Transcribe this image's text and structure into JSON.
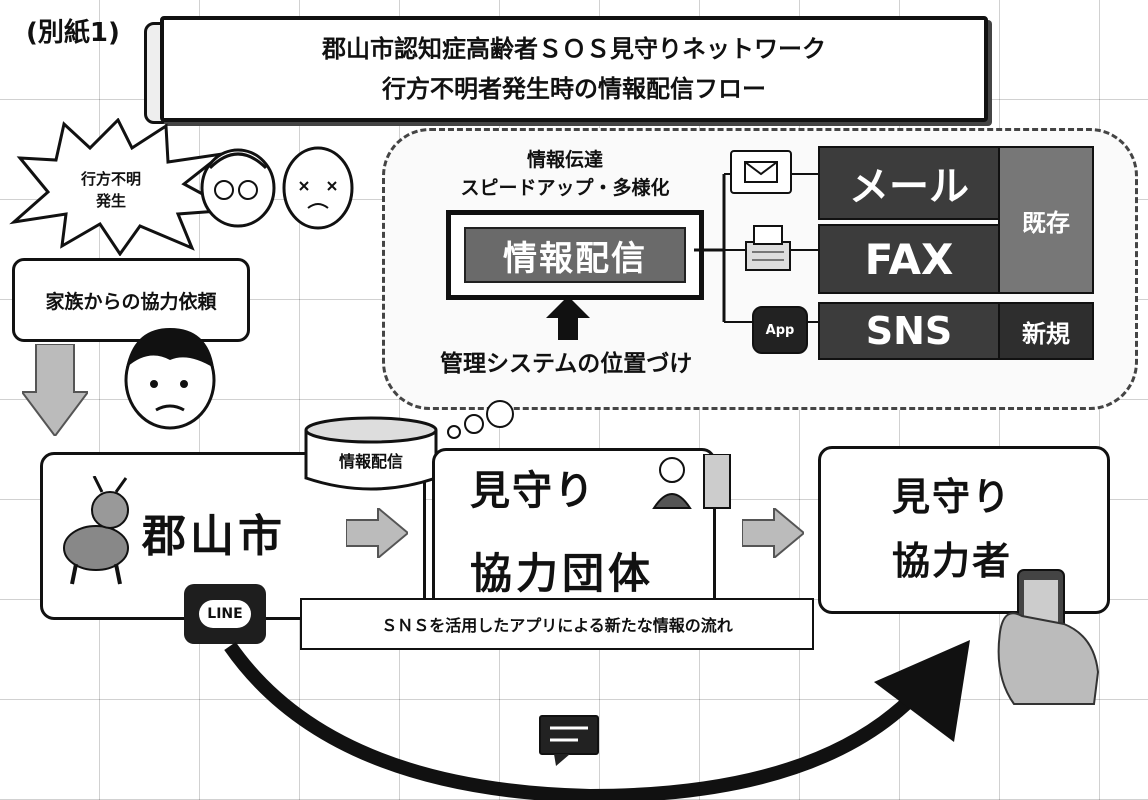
{
  "attachment_label": "(別紙1)",
  "title": {
    "line1": "郡山市認知症高齢者ＳＯＳ見守りネットワーク",
    "line2": "行方不明者発生時の情報配信フロー"
  },
  "missing_burst": {
    "line1": "行方不明",
    "line2": "発生"
  },
  "family_request": "家族からの協力依頼",
  "info_delivery": {
    "heading_line1": "情報伝達",
    "heading_line2": "スピードアップ・多様化",
    "main_label": "情報配信",
    "system_label": "管理システムの位置づけ"
  },
  "channels": {
    "mail": "メール",
    "fax": "FAX",
    "sns": "SNS",
    "existing": "既存",
    "new": "新規",
    "app_icon": "App"
  },
  "flow": {
    "city": "郡山市",
    "db_label": "情報配信",
    "group_line1": "見守り",
    "group_line2": "協力団体",
    "helper_line1": "見守り",
    "helper_line2": "協力者",
    "line_icon": "LINE",
    "sns_banner": "ＳＮＳを活用したアプリによる新たな情報の流れ"
  },
  "icons": {
    "envelope": "envelope-icon",
    "fax": "fax-machine-icon",
    "app": "app-icon",
    "arrow": "arrow-icon",
    "person": "person-icon",
    "phone": "smartphone-icon",
    "chat": "chat-icon"
  }
}
